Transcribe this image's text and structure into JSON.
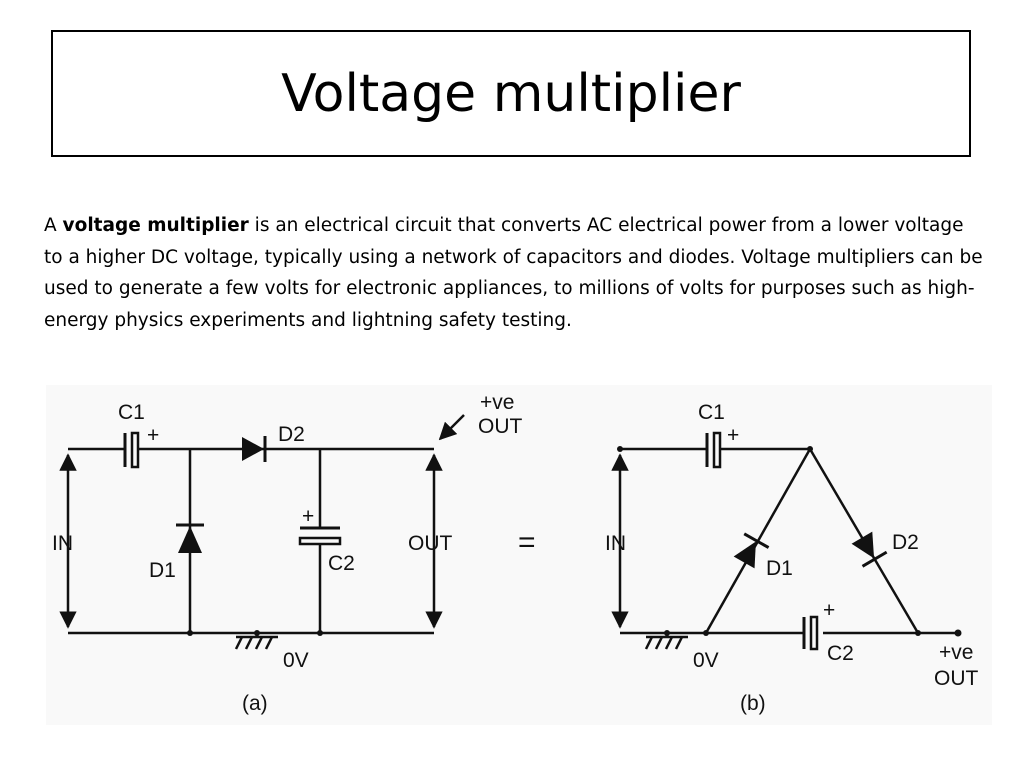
{
  "slide": {
    "title": "Voltage multiplier",
    "paragraph": {
      "lead": "A ",
      "bold_term": "voltage multiplier",
      "rest": " is an electrical circuit that converts AC electrical power from a lower voltage to a higher DC voltage, typically using a network of capacitors and diodes. Voltage multipliers can be used to generate a few volts for electronic appliances, to millions of volts for purposes such as high-energy physics experiments and lightning safety testing."
    }
  },
  "diagram": {
    "a": {
      "c1": "C1",
      "plus": "+",
      "d2": "D2",
      "out_sign": "+ve",
      "out_word": "OUT",
      "in": "IN",
      "d1": "D1",
      "c2": "C2",
      "out": "OUT",
      "zero": "0V",
      "caption": "(a)"
    },
    "equals": "=",
    "b": {
      "c1": "C1",
      "plus": "+",
      "in": "IN",
      "d1": "D1",
      "d2": "D2",
      "c2": "C2",
      "zero": "0V",
      "out_sign": "+ve",
      "out_word": "OUT",
      "caption": "(b)"
    }
  }
}
